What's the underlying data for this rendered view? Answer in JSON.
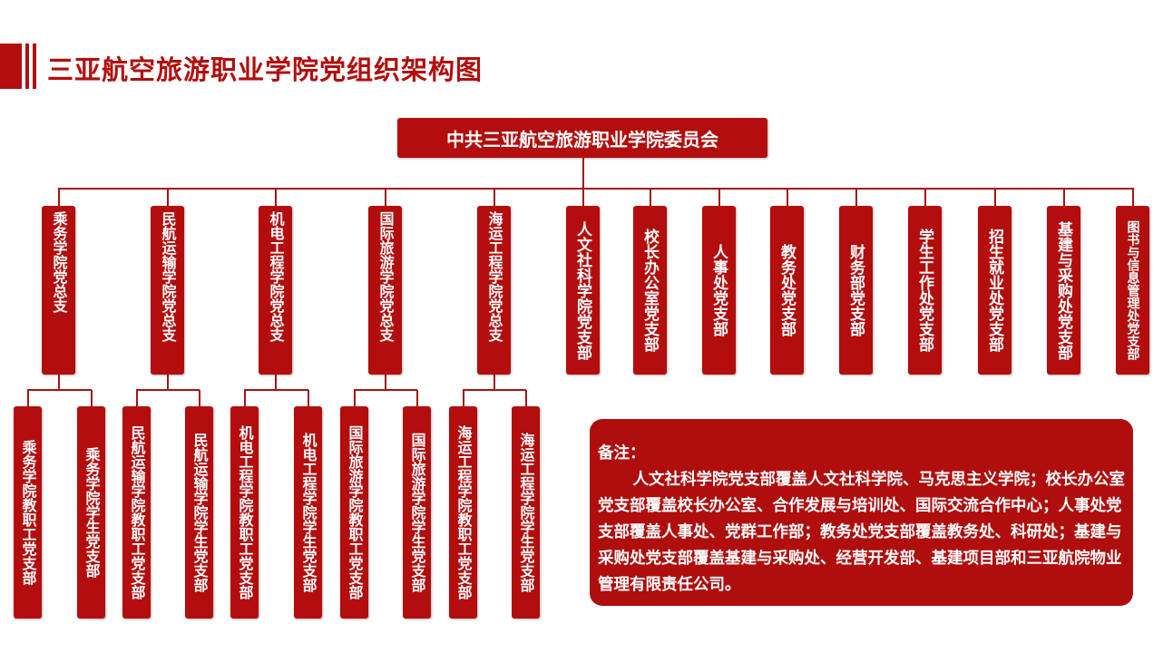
{
  "title": "三亚航空旅游职业学院党组织架构图",
  "root": "中共三亚航空旅游职业学院委员会",
  "level2": [
    "乘务学院党总支",
    "民航运输学院党总支",
    "机电工程学院党总支",
    "国际旅游学院党总支",
    "海运工程学院党总支",
    "人文社科学院党支部",
    "校长办公室党支部",
    "人事处党支部",
    "教务处党支部",
    "财务部党支部",
    "学生工作处党支部",
    "招生就业处党支部",
    "基建与采购处党支部",
    "图书与信息管理处党支部"
  ],
  "level3": [
    "乘务学院教职工党支部",
    "乘务学院学生党支部",
    "民航运输学院教职工党支部",
    "民航运输学院学生党支部",
    "机电工程学院教职工党支部",
    "机电工程学院学生党支部",
    "国际旅游学院教职工党支部",
    "国际旅游学院学生党支部",
    "海运工程学院教职工党支部",
    "海运工程学院学生党支部"
  ],
  "note": {
    "label": "备注：",
    "text": "人文社科学院党支部覆盖人文社科学院、马克思主义学院；校长办公室党支部覆盖校长办公室、合作发展与培训处、国际交流合作中心；人事处党支部覆盖人事处、党群工作部；教务处党支部覆盖教务处、科研处；基建与采购处党支部覆盖基建与采购处、经营开发部、基建项目部和三亚航院物业管理有限责任公司。"
  },
  "colors": {
    "primary": "#b30d0d"
  }
}
